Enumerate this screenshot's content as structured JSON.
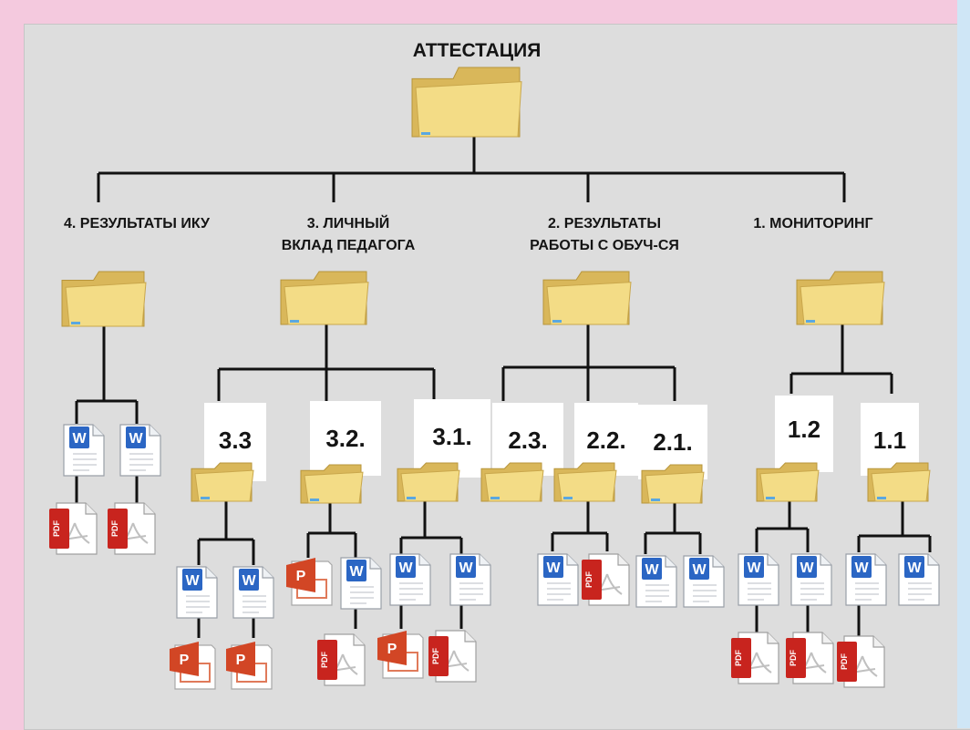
{
  "title": "АТТЕСТАЦИЯ",
  "categories": [
    {
      "id": "4",
      "lines": [
        "4. РЕЗУЛЬТАТЫ ИКУ"
      ]
    },
    {
      "id": "3",
      "lines": [
        "3. ЛИЧНЫЙ",
        "ВКЛАД ПЕДАГОГА"
      ]
    },
    {
      "id": "2",
      "lines": [
        "2. РЕЗУЛЬТАТЫ",
        "РАБОТЫ С ОБУЧ-СЯ"
      ]
    },
    {
      "id": "1",
      "lines": [
        "1. МОНИТОРИНГ"
      ]
    }
  ],
  "subfolders": [
    "3.3",
    "3.2.",
    "3.1.",
    "2.3.",
    "2.2.",
    "2.1.",
    "1.2",
    "1.1"
  ],
  "file_types": {
    "word": "W",
    "pdf": "PDF",
    "powerpoint": "P"
  },
  "colors": {
    "background": "#dddddd",
    "border": "#f4c9de",
    "folder": "#f2d77e",
    "word": "#2b66c4",
    "pdf": "#c8241e",
    "powerpoint": "#d24625"
  }
}
